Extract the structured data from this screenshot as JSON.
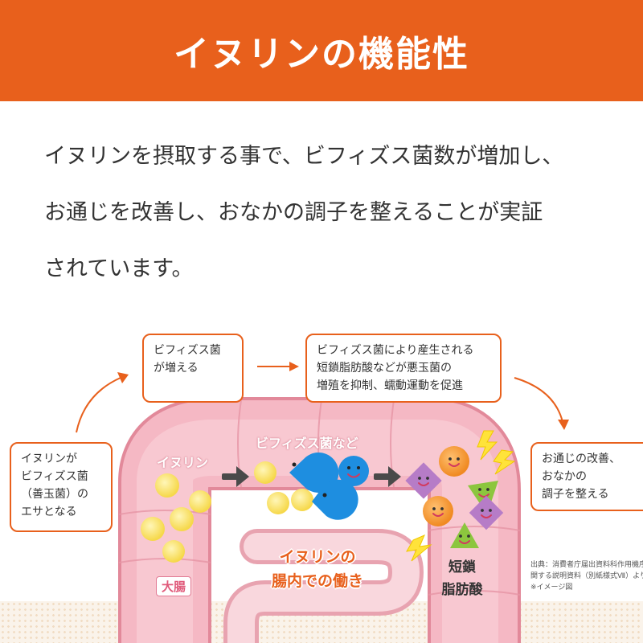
{
  "header": {
    "title": "イヌリンの機能性"
  },
  "intro": {
    "lines": [
      "イヌリンを摂取する事で、ビフィズス菌数が増加し、",
      "お通じを改善し、おなかの調子を整えることが実証",
      "されています。"
    ]
  },
  "diagram": {
    "box_inulin": [
      "イヌリンが",
      "ビフィズス菌",
      "（善玉菌）の",
      "エサとなる"
    ],
    "box_bifido_increase": [
      "ビフィズス菌",
      "が増える"
    ],
    "box_scfa_production": [
      "ビフィズス菌により産生される",
      "短鎖脂肪酸などが悪玉菌の",
      "増殖を抑制、蠕動運動を促進"
    ],
    "box_result": [
      "お通じの改善、",
      "おなかの",
      "調子を整える"
    ],
    "label_inulin": "イヌリン",
    "label_bifido": "ビフィズス菌など",
    "label_large_intestine": "大腸",
    "label_inulin_work": [
      "イヌリンの",
      "腸内での働き"
    ],
    "label_scfa": [
      "短鎖",
      "脂肪酸"
    ],
    "source_note": [
      "出典：消費者庁届出資料科作用機序に",
      "関する説明資料（別紙様式Ⅶ）より",
      "※イメージ図"
    ]
  },
  "colors": {
    "brand_orange": "#e8601c",
    "intestine_pink": "#f4b3bf",
    "inulin_yellow": "#f8e26a",
    "bacteria_blue": "#1e8ee0",
    "acid_orange": "#f39a3a",
    "acid_purple": "#b67cc7",
    "acid_green": "#8cc63e"
  },
  "icons": [
    "smile-face-icon",
    "lightning-icon",
    "arrow-right-icon"
  ]
}
